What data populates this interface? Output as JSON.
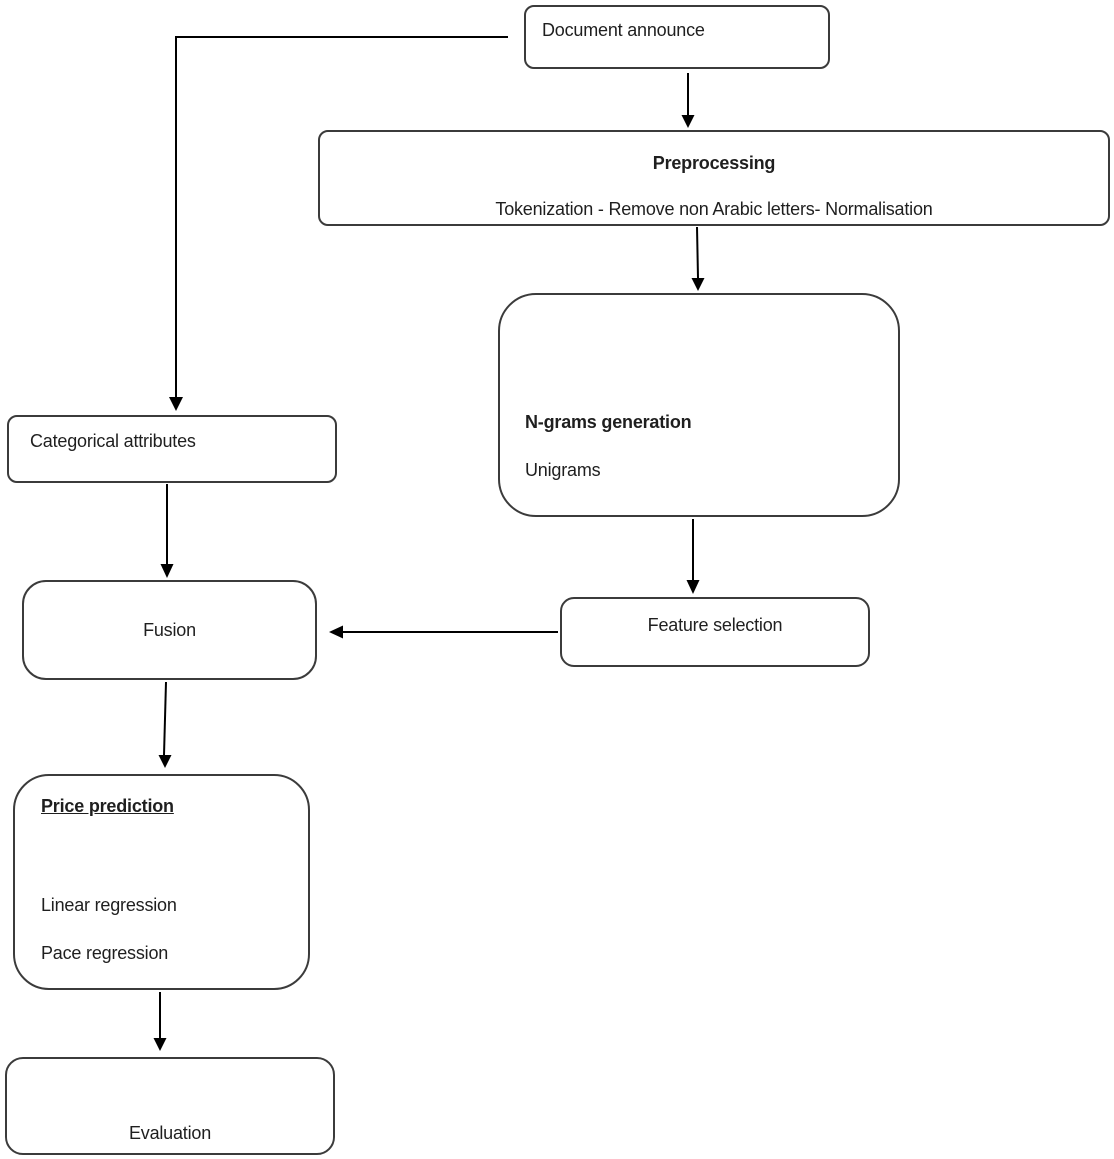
{
  "diagram": {
    "nodes": {
      "document_announce": {
        "label": "Document announce"
      },
      "preprocessing": {
        "title": "Preprocessing",
        "subtitle": "Tokenization - Remove non Arabic letters- Normalisation"
      },
      "categorical_attributes": {
        "label": "Categorical attributes"
      },
      "ngrams_generation": {
        "title": "N-grams generation",
        "subtitle": "Unigrams"
      },
      "feature_selection": {
        "label": "Feature selection"
      },
      "fusion": {
        "label": "Fusion"
      },
      "price_prediction": {
        "title": "Price prediction",
        "items": [
          "Linear regression",
          "Pace regression"
        ]
      },
      "evaluation": {
        "label": "Evaluation"
      }
    },
    "edges": [
      {
        "from": "document_announce",
        "to": "preprocessing"
      },
      {
        "from": "document_announce",
        "to": "categorical_attributes"
      },
      {
        "from": "preprocessing",
        "to": "ngrams_generation"
      },
      {
        "from": "ngrams_generation",
        "to": "feature_selection"
      },
      {
        "from": "feature_selection",
        "to": "fusion"
      },
      {
        "from": "categorical_attributes",
        "to": "fusion"
      },
      {
        "from": "fusion",
        "to": "price_prediction"
      },
      {
        "from": "price_prediction",
        "to": "evaluation"
      }
    ]
  },
  "colors": {
    "border": "#3b3b3b",
    "text": "#1f1f1f",
    "arrow": "#000000",
    "bg": "#ffffff"
  }
}
